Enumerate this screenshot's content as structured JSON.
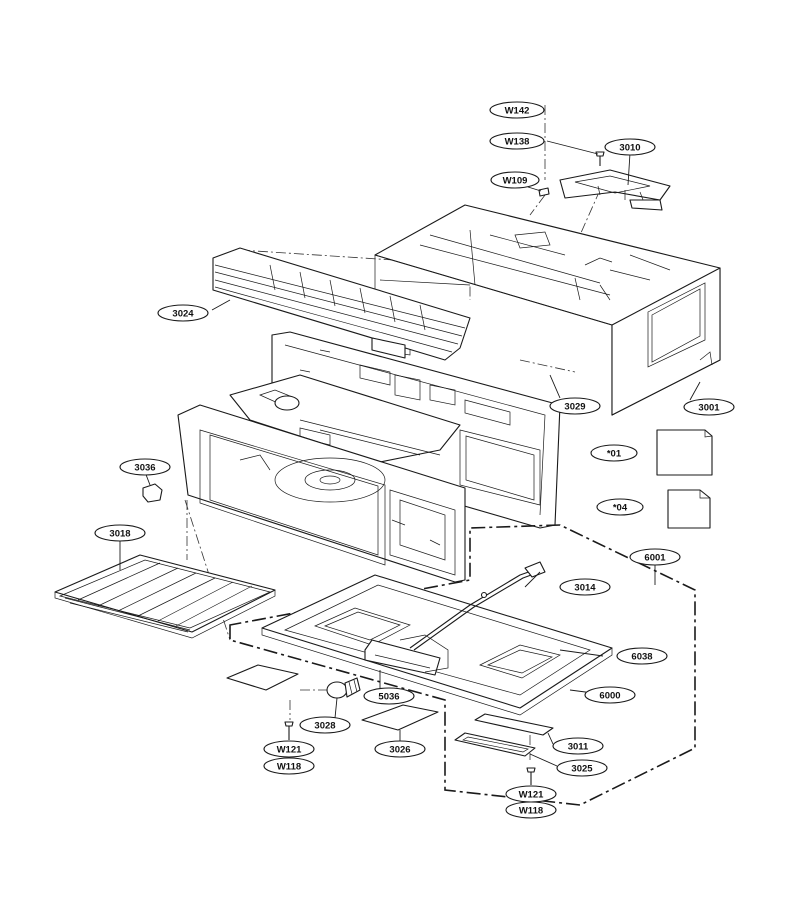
{
  "callouts": [
    {
      "id": "W142"
    },
    {
      "id": "W138"
    },
    {
      "id": "3010"
    },
    {
      "id": "W109"
    },
    {
      "id": "3024"
    },
    {
      "id": "3029"
    },
    {
      "id": "3001"
    },
    {
      "id": "3036"
    },
    {
      "id": "*01"
    },
    {
      "id": "*04"
    },
    {
      "id": "3018"
    },
    {
      "id": "6001"
    },
    {
      "id": "3014"
    },
    {
      "id": "6038"
    },
    {
      "id": "5036"
    },
    {
      "id": "6000"
    },
    {
      "id": "3028"
    },
    {
      "id": "3026"
    },
    {
      "id": "3011"
    },
    {
      "id": "3025"
    },
    {
      "id": "W121"
    },
    {
      "id": "W118"
    },
    {
      "id": "W121"
    },
    {
      "id": "W118"
    }
  ]
}
